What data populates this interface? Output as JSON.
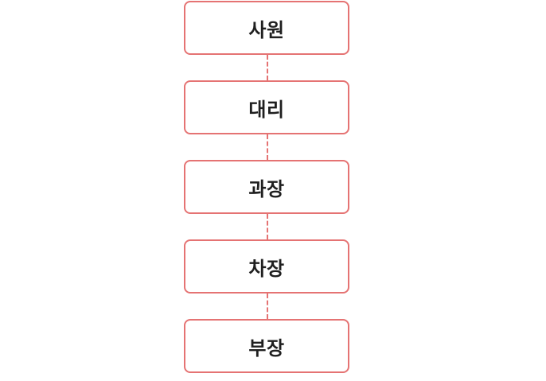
{
  "hierarchy": {
    "ranks": [
      {
        "label": "사원"
      },
      {
        "label": "대리"
      },
      {
        "label": "과장"
      },
      {
        "label": "차장"
      },
      {
        "label": "부장"
      }
    ]
  },
  "colors": {
    "border": "#e57373",
    "connector": "#e57373",
    "text": "#1f1f1f",
    "background": "#ffffff"
  }
}
